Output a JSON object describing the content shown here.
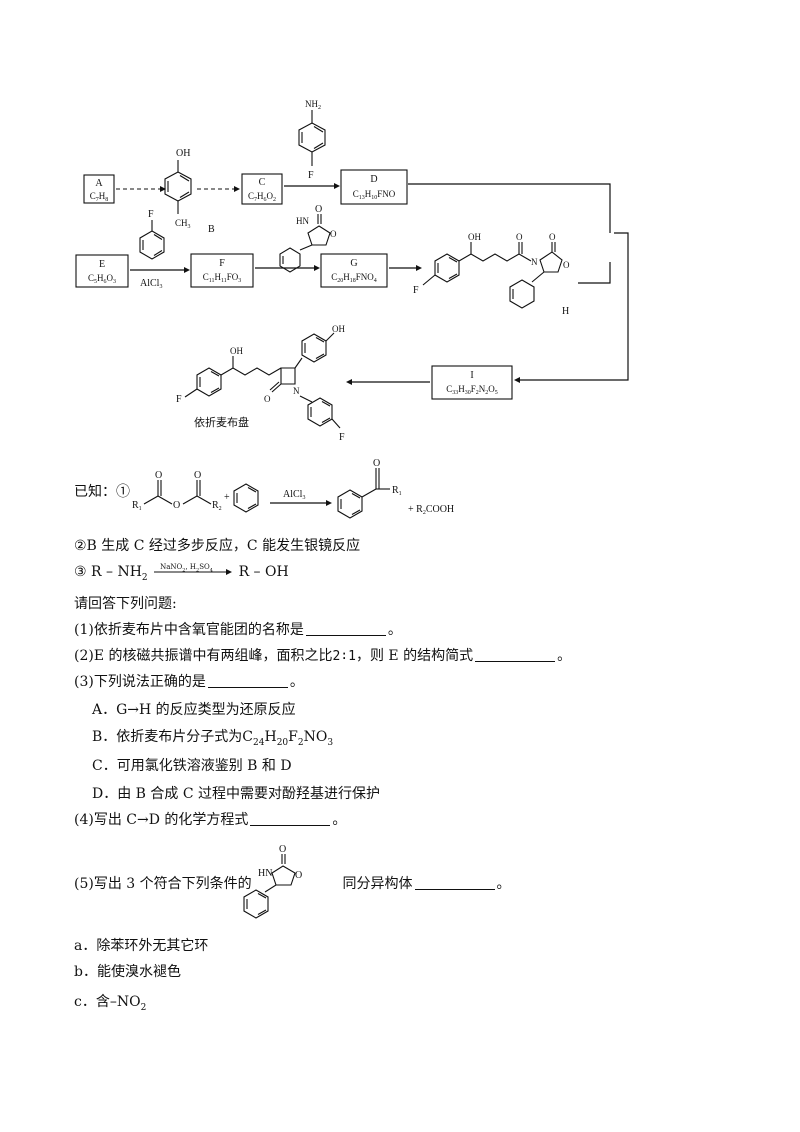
{
  "scheme": {
    "A": {
      "letter": "A",
      "formula_main": "C",
      "formula_parts": [
        [
          "C",
          "7"
        ],
        [
          "H",
          "8",
          ""
        ]
      ]
    },
    "A_label": "A",
    "A_formula": "C7H8",
    "B_label": "B",
    "B_oh": "OH",
    "B_ch3": "CH3",
    "C_label": "C",
    "C_formula": "C7H6O2",
    "D_label": "D",
    "D_formula": "C13H10FNO",
    "E_label": "E",
    "E_formula": "C5H6O3",
    "F_label": "F",
    "F_formula": "C11H11FO3",
    "G_label": "G",
    "G_formula": "C20H18FNO4",
    "H_label": "H",
    "I_label": "I",
    "I_formula": "C33H30F2N2O5",
    "fluoro": "F",
    "nh2": "NH2",
    "oh": "OH",
    "o": "O",
    "hn": "HN",
    "n": "N",
    "alcl3": "AlCl3",
    "product_name": "依折麦布盘"
  },
  "known": {
    "k1_prefix": "已知：①",
    "k1_r1": "R",
    "k1_r2": "R",
    "k1_o": "O",
    "k1_alcl3": "AlCl3",
    "k1_plus": "+",
    "k1_rcooh": "+ R2COOH",
    "k2": "②B 生成 C 经过多步反应，C 能发生银镜反应",
    "k3_prefix": "③",
    "k3_left": "R – NH2",
    "k3_reagent": "NaNO2, H2SO4",
    "k3_right": "R – OH"
  },
  "questions": {
    "intro": "请回答下列问题:",
    "q1_pre": "(1)依折麦布片中含氧官能团的名称是",
    "q1_post": "。",
    "q2_pre": "(2)E 的核磁共振谱中有两组峰，面积之比",
    "q2_ratio": "2∶1",
    "q2_mid": "，则 E 的结构简式",
    "q2_post": "。",
    "q3_pre": "(3)下列说法正确的是",
    "q3_post": "。",
    "optA": "A．G→H 的反应类型为还原反应",
    "optB_pre": "B．依折麦布片分子式为",
    "optB_formula": "C24H20F2NO3",
    "optC": "C．可用氯化铁溶液鉴别 B 和 D",
    "optD": "D．由 B 合成 C 过程中需要对酚羟基进行保护",
    "q4_pre": "(4)写出 C→D 的化学方程式",
    "q4_post": "。",
    "q5_pre": "(5)写出 3 个符合下列条件的",
    "q5_mid": "同分异构体",
    "q5_post": "。",
    "ca": "a．除苯环外无其它环",
    "cb": "b．能使溴水褪色",
    "cc_pre": "c．含",
    "cc_group": "–NO2"
  }
}
